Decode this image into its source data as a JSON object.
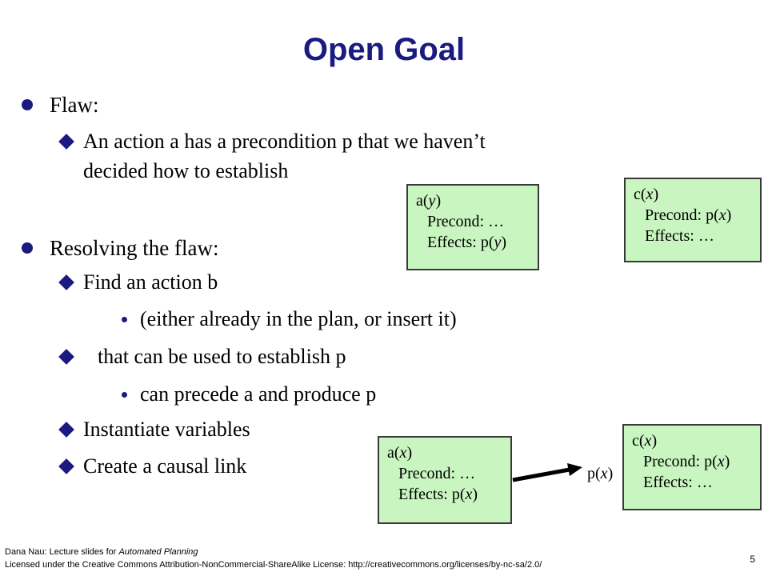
{
  "title": "Open Goal",
  "colors": {
    "accent": "#1a1a80",
    "box_fill": "#c9f5c0"
  },
  "bullets": {
    "flaw_heading": "Flaw:",
    "flaw_line1": "An action a has a precondition p that we haven’t",
    "flaw_line2": "decided how to establish",
    "resolve_heading": "Resolving the flaw:",
    "find_action": "Find an action b",
    "either_note": "(either already in the plan, or insert it)",
    "establish": "that can be used to establish p",
    "precede": "can precede a and produce p",
    "instantiate": "Instantiate variables",
    "causal_link": "Create a causal link"
  },
  "boxes": {
    "top_a": {
      "name_fn": "a(",
      "name_var": "y",
      "name_close": ")",
      "precond": "Precond: …",
      "effects_pre": "Effects: p(",
      "effects_var": "y",
      "effects_close": ")"
    },
    "top_c": {
      "name_fn": "c(",
      "name_var": "x",
      "name_close": ")",
      "precond_pre": "Precond: p(",
      "precond_var": "x",
      "precond_close": ")",
      "effects": "Effects: …"
    },
    "bottom_a": {
      "name_fn": "a(",
      "name_var": "x",
      "name_close": ")",
      "precond": "Precond: …",
      "effects_pre": "Effects: p(",
      "effects_var": "x",
      "effects_close": ")"
    },
    "bottom_c": {
      "name_fn": "c(",
      "name_var": "x",
      "name_close": ")",
      "precond_pre": "Precond: p(",
      "precond_var": "x",
      "precond_close": ")",
      "effects": "Effects: …"
    }
  },
  "link_label": {
    "pre": "p(",
    "var": "x",
    "close": ")"
  },
  "footer": {
    "line1_pre": "Dana Nau: Lecture slides for ",
    "line1_italic": "Automated Planning",
    "line2": "Licensed under the Creative Commons Attribution-NonCommercial-ShareAlike License: http://creativecommons.org/licenses/by-nc-sa/2.0/"
  },
  "page_number": "5"
}
